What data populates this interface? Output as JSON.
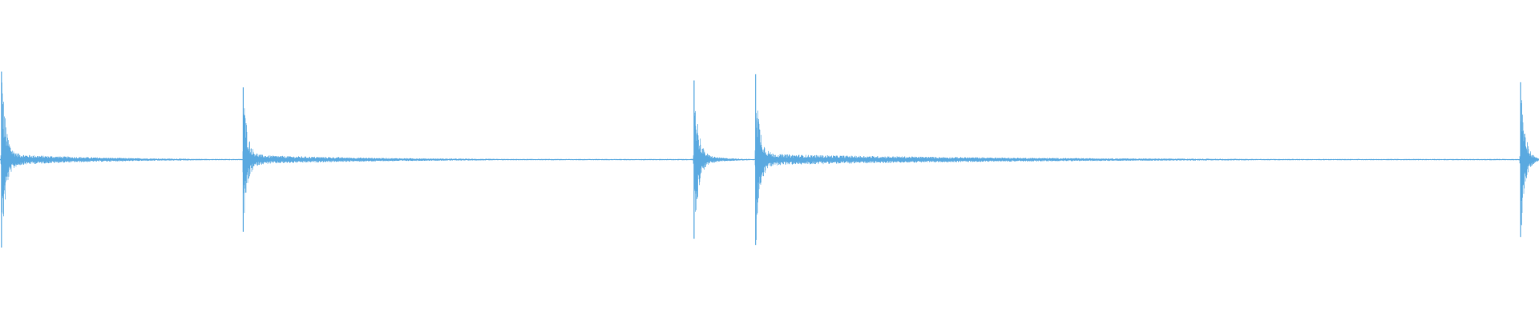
{
  "waveform": {
    "color": "#5aa9e0",
    "transients": [
      {
        "time_fraction": 0.001,
        "peak_amplitude": 1.0,
        "decay": 0.18
      },
      {
        "time_fraction": 0.158,
        "peak_amplitude": 0.82,
        "decay": 0.25
      },
      {
        "time_fraction": 0.451,
        "peak_amplitude": 0.9,
        "decay": 0.05
      },
      {
        "time_fraction": 0.491,
        "peak_amplitude": 0.97,
        "decay": 0.45
      },
      {
        "time_fraction": 0.988,
        "peak_amplitude": 0.88,
        "decay": 0.02
      }
    ]
  }
}
